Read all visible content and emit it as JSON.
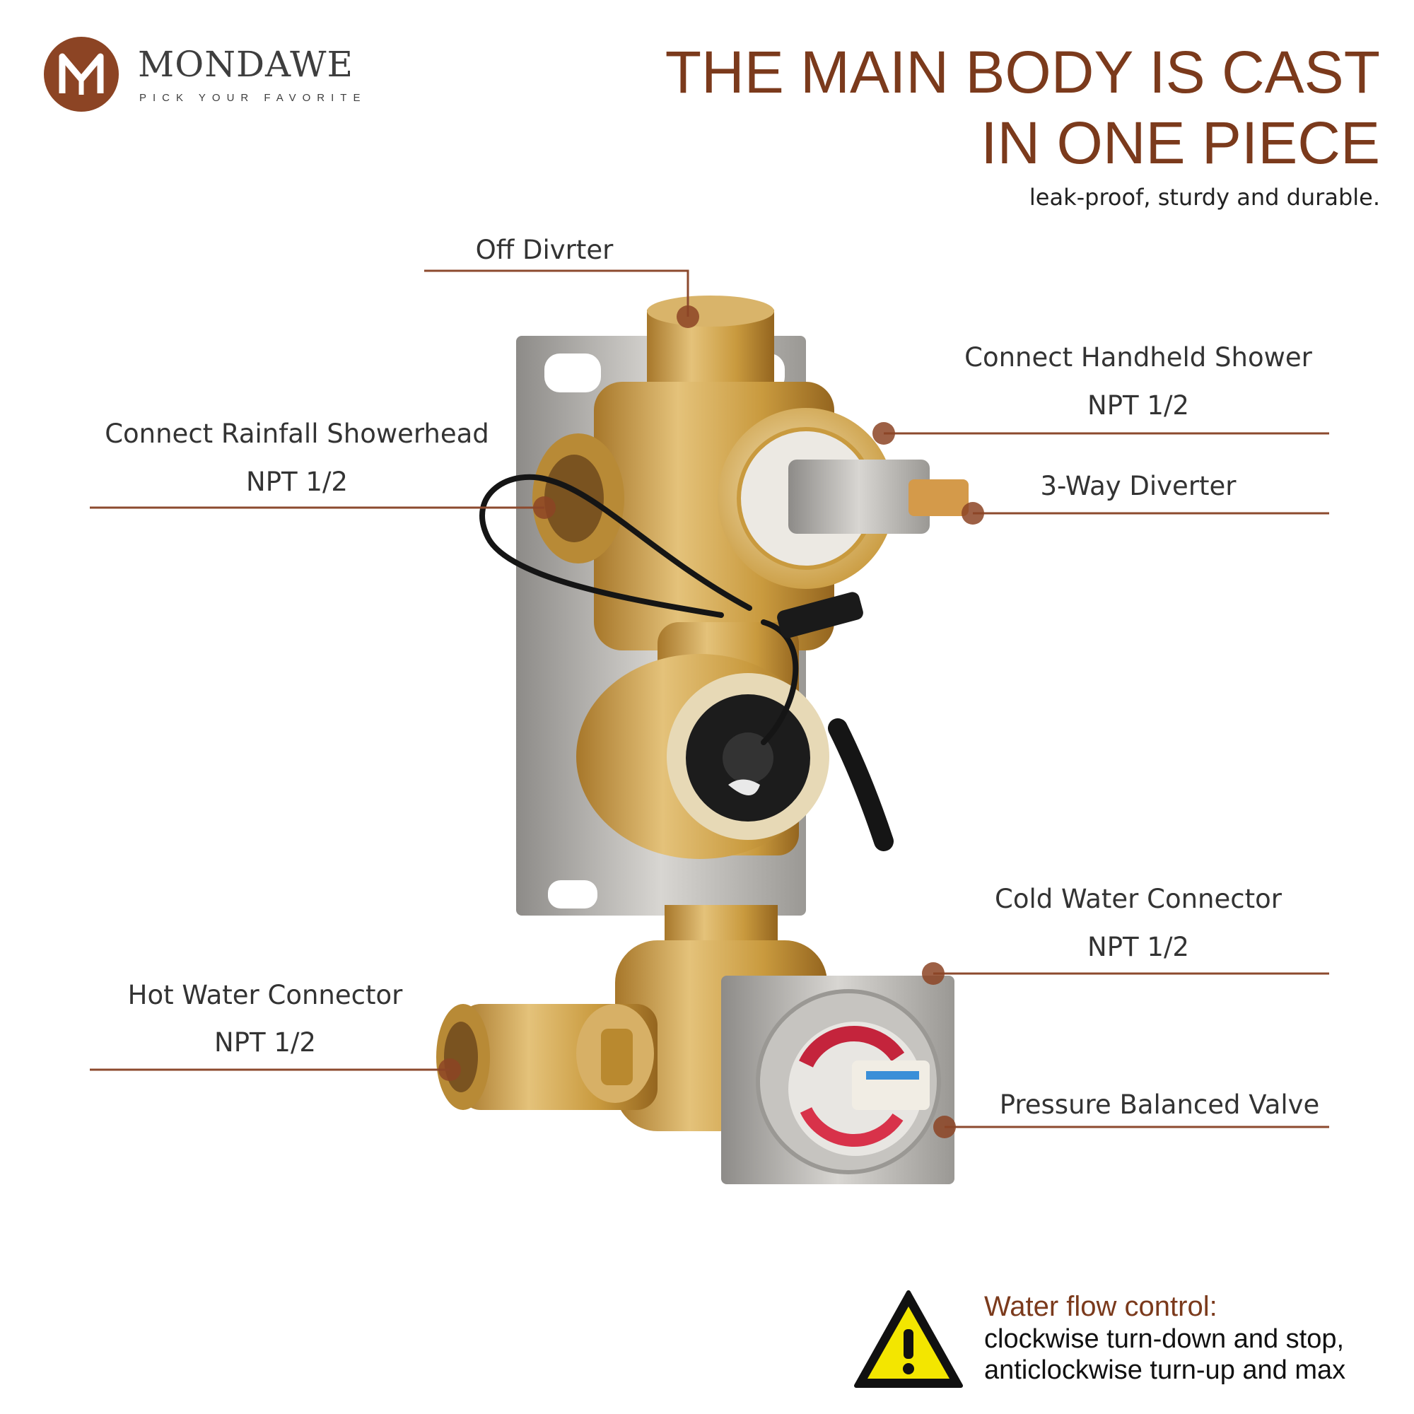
{
  "brand": {
    "name": "MONDAWE",
    "tagline": "PICK YOUR FAVORITE",
    "logo_color": "#8c4424"
  },
  "headline": {
    "line1": "THE MAIN BODY IS CAST",
    "line2": "IN ONE PIECE",
    "subtitle": "leak-proof, sturdy and durable."
  },
  "callouts": {
    "off_diverter": "Off Divrter",
    "handheld": {
      "title": "Connect Handheld Shower",
      "spec": "NPT 1/2"
    },
    "rainfall": {
      "title": "Connect Rainfall Showerhead",
      "spec": "NPT 1/2"
    },
    "three_way": "3-Way Diverter",
    "cold": {
      "title": "Cold Water Connector",
      "spec": "NPT 1/2"
    },
    "hot": {
      "title": "Hot Water Connector",
      "spec": "NPT 1/2"
    },
    "pressure": "Pressure Balanced Valve"
  },
  "note": {
    "title": "Water flow control:",
    "line1": "clockwise turn-down and stop,",
    "line2": "anticlockwise turn-up and max"
  },
  "icons": {
    "logo": "mondawe-logo-icon",
    "warning": "warning-triangle-icon"
  },
  "colors": {
    "accent": "#7b3a1c",
    "line": "#8c4a2e",
    "brass": "#c99a3e",
    "steel": "#b8b6b2"
  }
}
